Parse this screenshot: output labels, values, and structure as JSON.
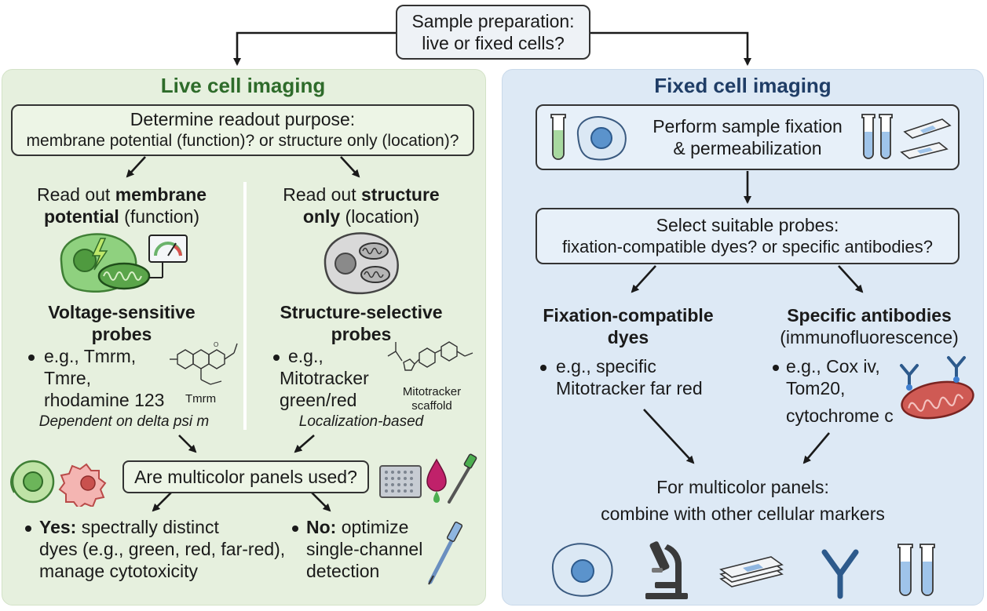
{
  "top": {
    "question_line1": "Sample preparation:",
    "question_line2": "live or fixed cells?"
  },
  "live": {
    "title": "Live cell imaging",
    "purpose_line1": "Determine readout purpose:",
    "purpose_line2": "membrane potential (function)? or structure only (location)?",
    "left": {
      "readout_a": "Read out ",
      "readout_a_bold": "membrane",
      "readout_b_bold": "potential",
      "readout_b": " (function)",
      "probe_title_1": "Voltage-sensitive",
      "probe_title_2": "probes",
      "ex_1": "e.g., Tmrm,",
      "ex_2": "Tmre,",
      "ex_3": "rhodamine 123",
      "molecule_label": "Tmrm",
      "note": "Dependent on delta psi m"
    },
    "right": {
      "readout_a": "Read out ",
      "readout_a_bold": "structure",
      "readout_b_bold": "only",
      "readout_b": " (location)",
      "probe_title_1": "Structure-selective",
      "probe_title_2": "probes",
      "ex_1": "e.g.,",
      "ex_2": "Mitotracker",
      "ex_3": "green/red",
      "molecule_label_1": "Mitotracker",
      "molecule_label_2": "scaffold",
      "note": "Localization-based"
    },
    "multicolor_question": "Are multicolor panels used?",
    "yes_bold": "Yes:",
    "yes_1": " spectrally distinct",
    "yes_2": "dyes (e.g., green, red, far-red),",
    "yes_3": "manage cytotoxicity",
    "no_bold": "No:",
    "no_1": " optimize",
    "no_2": "single-channel",
    "no_3": "detection"
  },
  "fixed": {
    "title": "Fixed cell imaging",
    "fixation_line1": "Perform sample fixation",
    "fixation_line2": "& permeabilization",
    "select_line1": "Select suitable probes:",
    "select_line2": "fixation-compatible dyes? or specific antibodies?",
    "dyes_title_1": "Fixation-compatible",
    "dyes_title_2": "dyes",
    "dyes_ex_1": "e.g., specific",
    "dyes_ex_2": "Mitotracker far red",
    "ab_title": "Specific antibodies",
    "ab_sub": "(immunofluorescence)",
    "ab_ex_1": "e.g., Cox iv,",
    "ab_ex_2": "Tom20,",
    "ab_ex_3": "cytochrome c",
    "combine_line1": "For multicolor panels:",
    "combine_line2": "combine with other cellular markers"
  },
  "colors": {
    "live_panel": "#e6f0de",
    "live_title": "#2e6b2a",
    "live_box": "#edf5e6",
    "fixed_panel": "#dde9f5",
    "fixed_title": "#1f3d66",
    "fixed_box": "#e7f0f9",
    "top_box": "#eef2f6"
  },
  "icons": [
    "test-tube-icon",
    "cell-icon",
    "slides-icon",
    "cell-bolt-icon",
    "mitochondrion-icon",
    "voltmeter-icon",
    "well-plate-icon",
    "dye-drop-icon",
    "pipette-icon",
    "microscope-icon",
    "antibody-icon"
  ]
}
